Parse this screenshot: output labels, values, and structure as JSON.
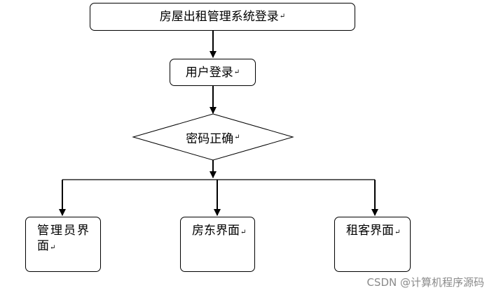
{
  "nodes": {
    "title": {
      "label": "房屋出租管理系统登录",
      "mark": "↵"
    },
    "login": {
      "label": "用户登录",
      "mark": "↵"
    },
    "check": {
      "label": "密码正确",
      "mark": "↵"
    },
    "admin": {
      "line1": "管理员界",
      "line2": "面",
      "mark": "↵"
    },
    "landlord": {
      "label": "房东界面",
      "mark": "↵"
    },
    "tenant": {
      "label": "租客界面",
      "mark": "↵"
    }
  },
  "watermark": "CSDN @计算机程序源码",
  "colors": {
    "stroke": "#000000",
    "watermark": "#8a8a8a"
  }
}
